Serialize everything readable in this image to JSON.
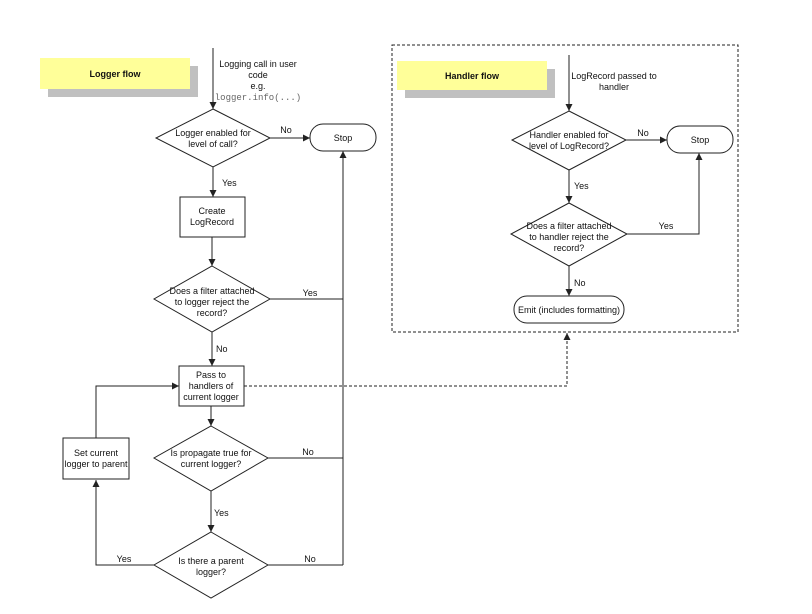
{
  "logger_panel": {
    "title": "Logger flow",
    "color": "#ffff99",
    "shadow": "#c0c0c0"
  },
  "handler_panel": {
    "title": "Handler flow",
    "color": "#ffff99",
    "shadow": "#c0c0c0"
  },
  "logger": {
    "entry": [
      "Logging call in user",
      "code",
      "e.g."
    ],
    "entry_code": "logger.info(...)",
    "enabled": [
      "Logger enabled for",
      "level of call?"
    ],
    "create": [
      "Create",
      "LogRecord"
    ],
    "filter": [
      "Does a filter attached",
      "to logger reject the",
      "record?"
    ],
    "pass": [
      "Pass to",
      "handlers of",
      "current logger"
    ],
    "propagate": [
      "Is propagate true for",
      "current logger?"
    ],
    "parent": [
      "Is there a parent",
      "logger?"
    ],
    "set_parent": [
      "Set current",
      "logger to parent"
    ],
    "stop": "Stop"
  },
  "handler": {
    "entry": [
      "LogRecord passed to",
      "handler"
    ],
    "enabled": [
      "Handler enabled for",
      "level of LogRecord?"
    ],
    "filter": [
      "Does a filter attached",
      "to handler reject the",
      "record?"
    ],
    "emit": "Emit (includes formatting)",
    "stop": "Stop"
  },
  "labels": {
    "no": "No",
    "yes": "Yes"
  }
}
